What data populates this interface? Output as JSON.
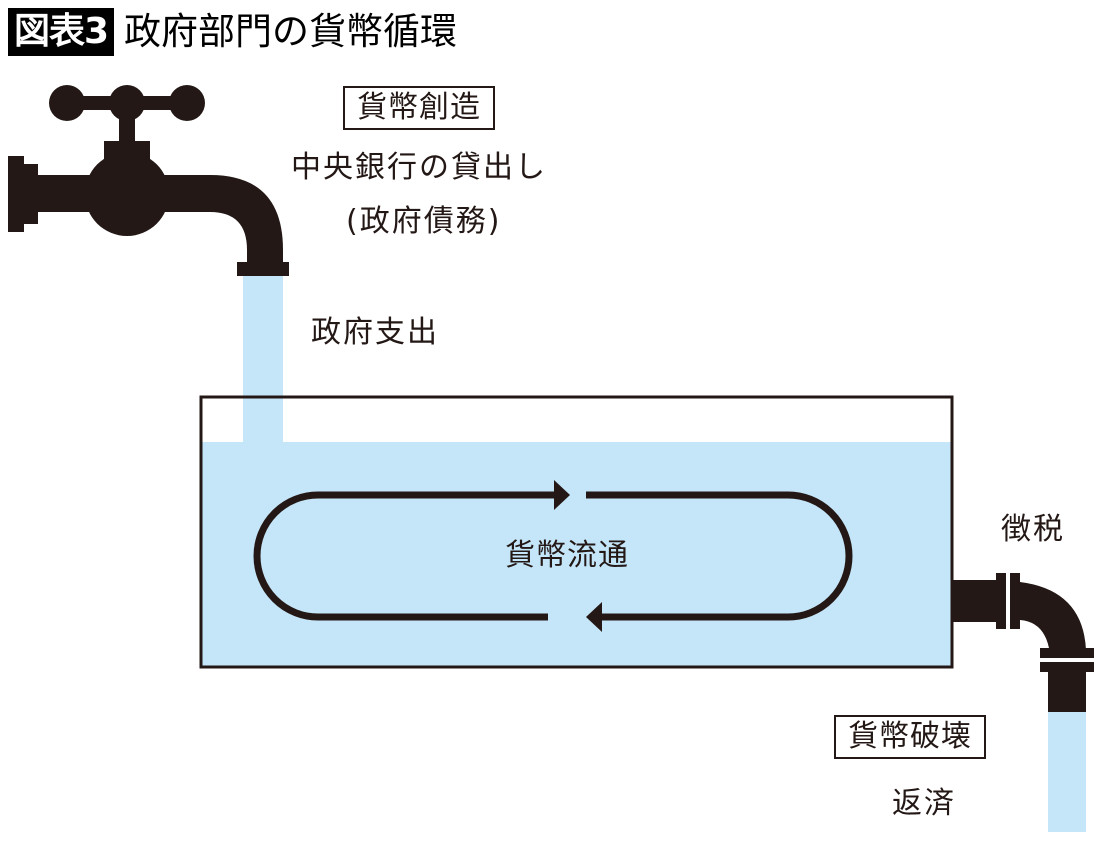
{
  "title": {
    "badge": "図表3",
    "text": "政府部門の貨幣循環"
  },
  "labels": {
    "creation_box": "貨幣創造",
    "creation_line1": "中央銀行の貸出し",
    "creation_line2": "(政府債務)",
    "government_spending": "政府支出",
    "circulation": "貨幣流通",
    "taxation": "徴税",
    "destruction_box": "貨幣破壊",
    "repayment": "返済"
  },
  "colors": {
    "water": "#c5e6f9",
    "pipe": "#231815",
    "outline": "#231815"
  },
  "icons": {
    "faucet": "faucet-icon",
    "drain_pipe": "drain-pipe-icon",
    "circulation_arrows": "cycle-arrows-icon"
  }
}
